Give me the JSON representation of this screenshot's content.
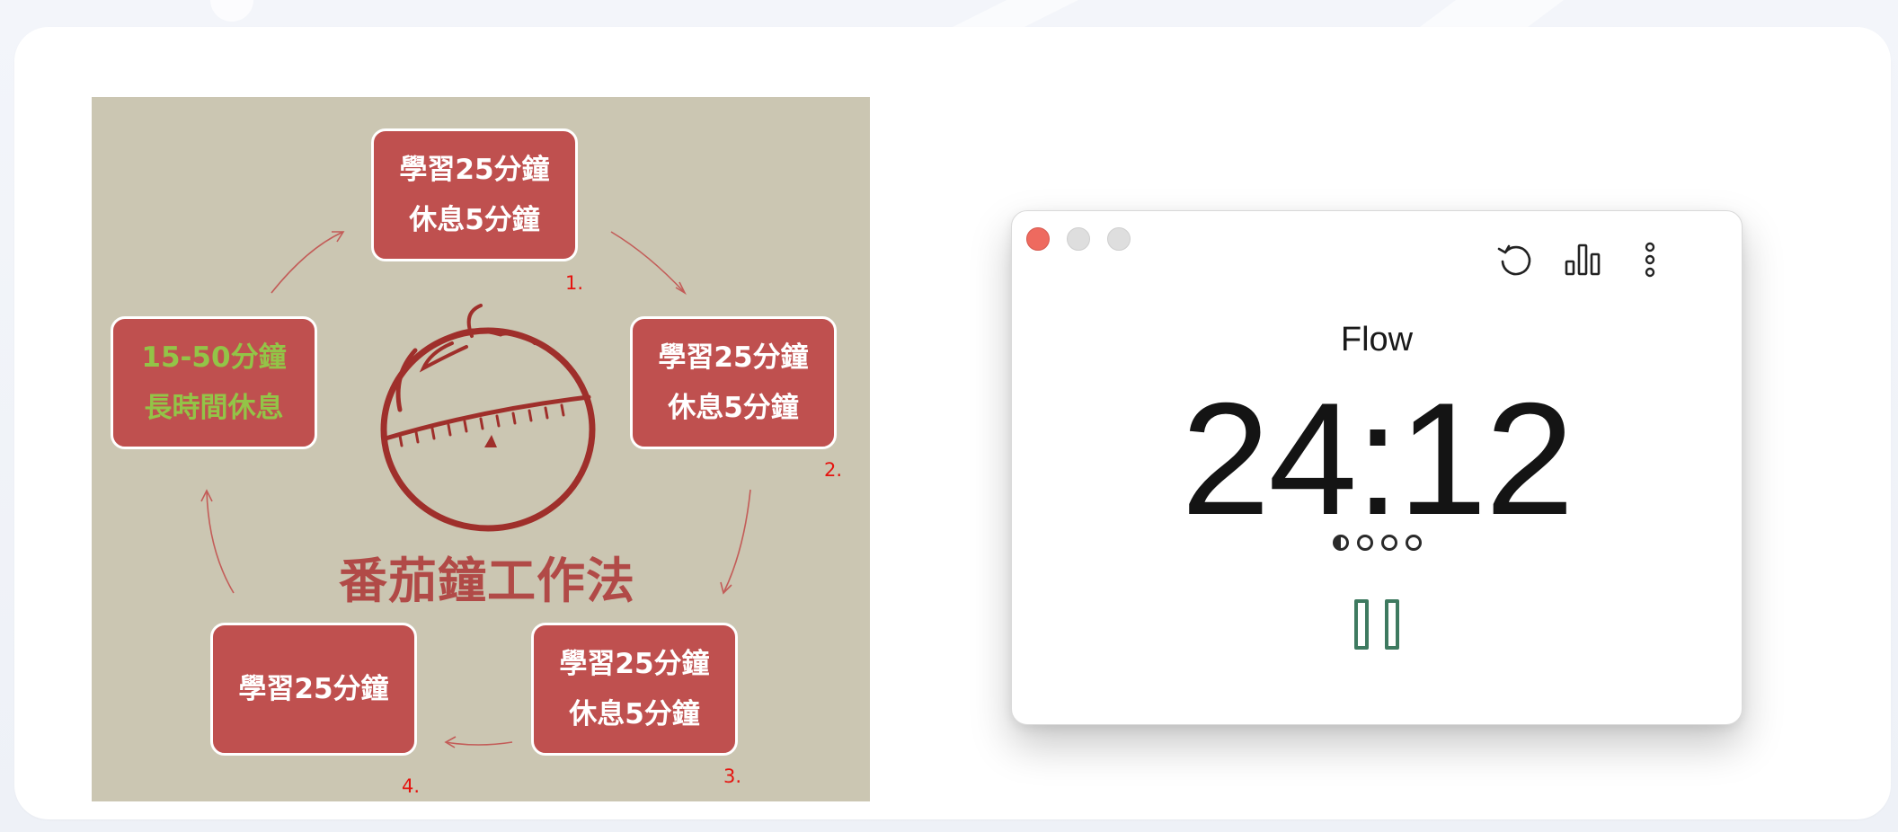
{
  "diagram": {
    "title": "番茄鐘工作法",
    "steps": [
      {
        "line1": "學習25分鐘",
        "line2": "休息5分鐘",
        "number": "1."
      },
      {
        "line1": "學習25分鐘",
        "line2": "休息5分鐘",
        "number": "2."
      },
      {
        "line1": "學習25分鐘",
        "line2": "休息5分鐘",
        "number": "3."
      },
      {
        "line1": "學習25分鐘",
        "number": "4."
      }
    ],
    "long_break": {
      "line1": "15-50分鐘",
      "line2": "長時間休息"
    },
    "colors": {
      "background": "#cbc6b2",
      "box": "#bf504f",
      "long_break_text": "#93c447",
      "number": "#e5130f",
      "title": "#b14a47"
    }
  },
  "timer": {
    "mode": "Flow",
    "time": "24:12",
    "sessions": [
      {
        "state": "half"
      },
      {
        "state": "empty"
      },
      {
        "state": "empty"
      },
      {
        "state": "empty"
      }
    ],
    "toolbar": {
      "reset_icon": "reset-icon",
      "stats_icon": "bar-chart-icon",
      "more_icon": "more-vertical-icon"
    },
    "pause_icon": "pause-icon",
    "colors": {
      "pause": "#3e7a60",
      "close": "#ee6a5f",
      "inactive": "#dedede"
    }
  }
}
